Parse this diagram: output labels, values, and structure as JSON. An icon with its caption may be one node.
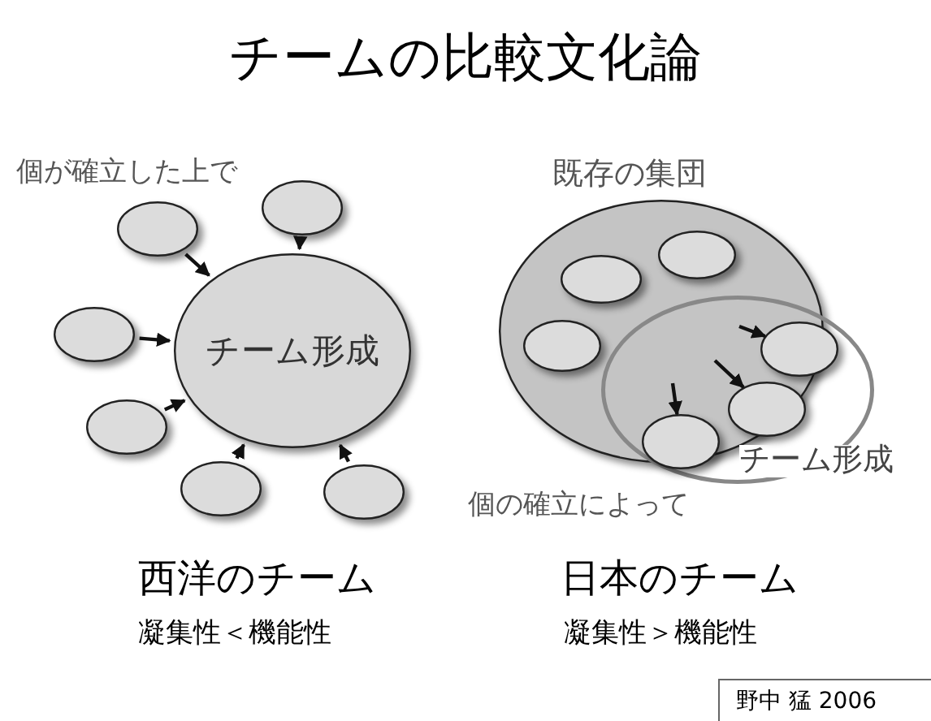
{
  "diagram": {
    "title": "チームの比較文化論",
    "nodes": [
      {
        "text": [
          "チーム形成"
        ]
      },
      {
        "text": [],
        "shape": "circle"
      },
      {
        "text": [],
        "shape": "circle"
      },
      {
        "text": [],
        "shape": "circle"
      },
      {
        "text": [],
        "shape": "circle"
      },
      {
        "text": [],
        "shape": "circle"
      },
      {
        "text": [],
        "shape": "circle"
      },
      {
        "text": [
          "既存の集団"
        ]
      },
      {
        "text": [],
        "shape": "circle",
        "in": 7
      },
      {
        "text": [],
        "shape": "circle",
        "in": 7
      },
      {
        "text": [],
        "shape": "circle",
        "in": 7
      },
      {
        "text": [
          "チーム形成"
        ]
      },
      {
        "text": [],
        "shape": "circle",
        "in": 11
      },
      {
        "text": [],
        "shape": "circle"
      },
      {
        "text": [],
        "shape": "circle",
        "in": 11
      }
    ],
    "edges": [
      {
        "from": 1,
        "to": 0,
        "arrow": "to"
      },
      {
        "from": 2,
        "to": 0,
        "arrow": "to"
      },
      {
        "from": 3,
        "to": 0,
        "arrow": "to"
      },
      {
        "from": 4,
        "to": 0,
        "arrow": "to"
      },
      {
        "from": 5,
        "to": 0,
        "arrow": "to"
      },
      {
        "from": 6,
        "to": 0,
        "arrow": "to"
      },
      {
        "from": null,
        "to": 14,
        "arrow": "to"
      },
      {
        "from": null,
        "to": 13,
        "arrow": "to"
      },
      {
        "from": null,
        "to": 12,
        "arrow": "to"
      }
    ],
    "labels": [
      "個が確立した上で",
      "個の確立によって",
      "西洋のチーム",
      "凝集性＜機能性",
      "日本のチーム",
      "凝集性＞機能性",
      "野中 猛 2006"
    ]
  }
}
